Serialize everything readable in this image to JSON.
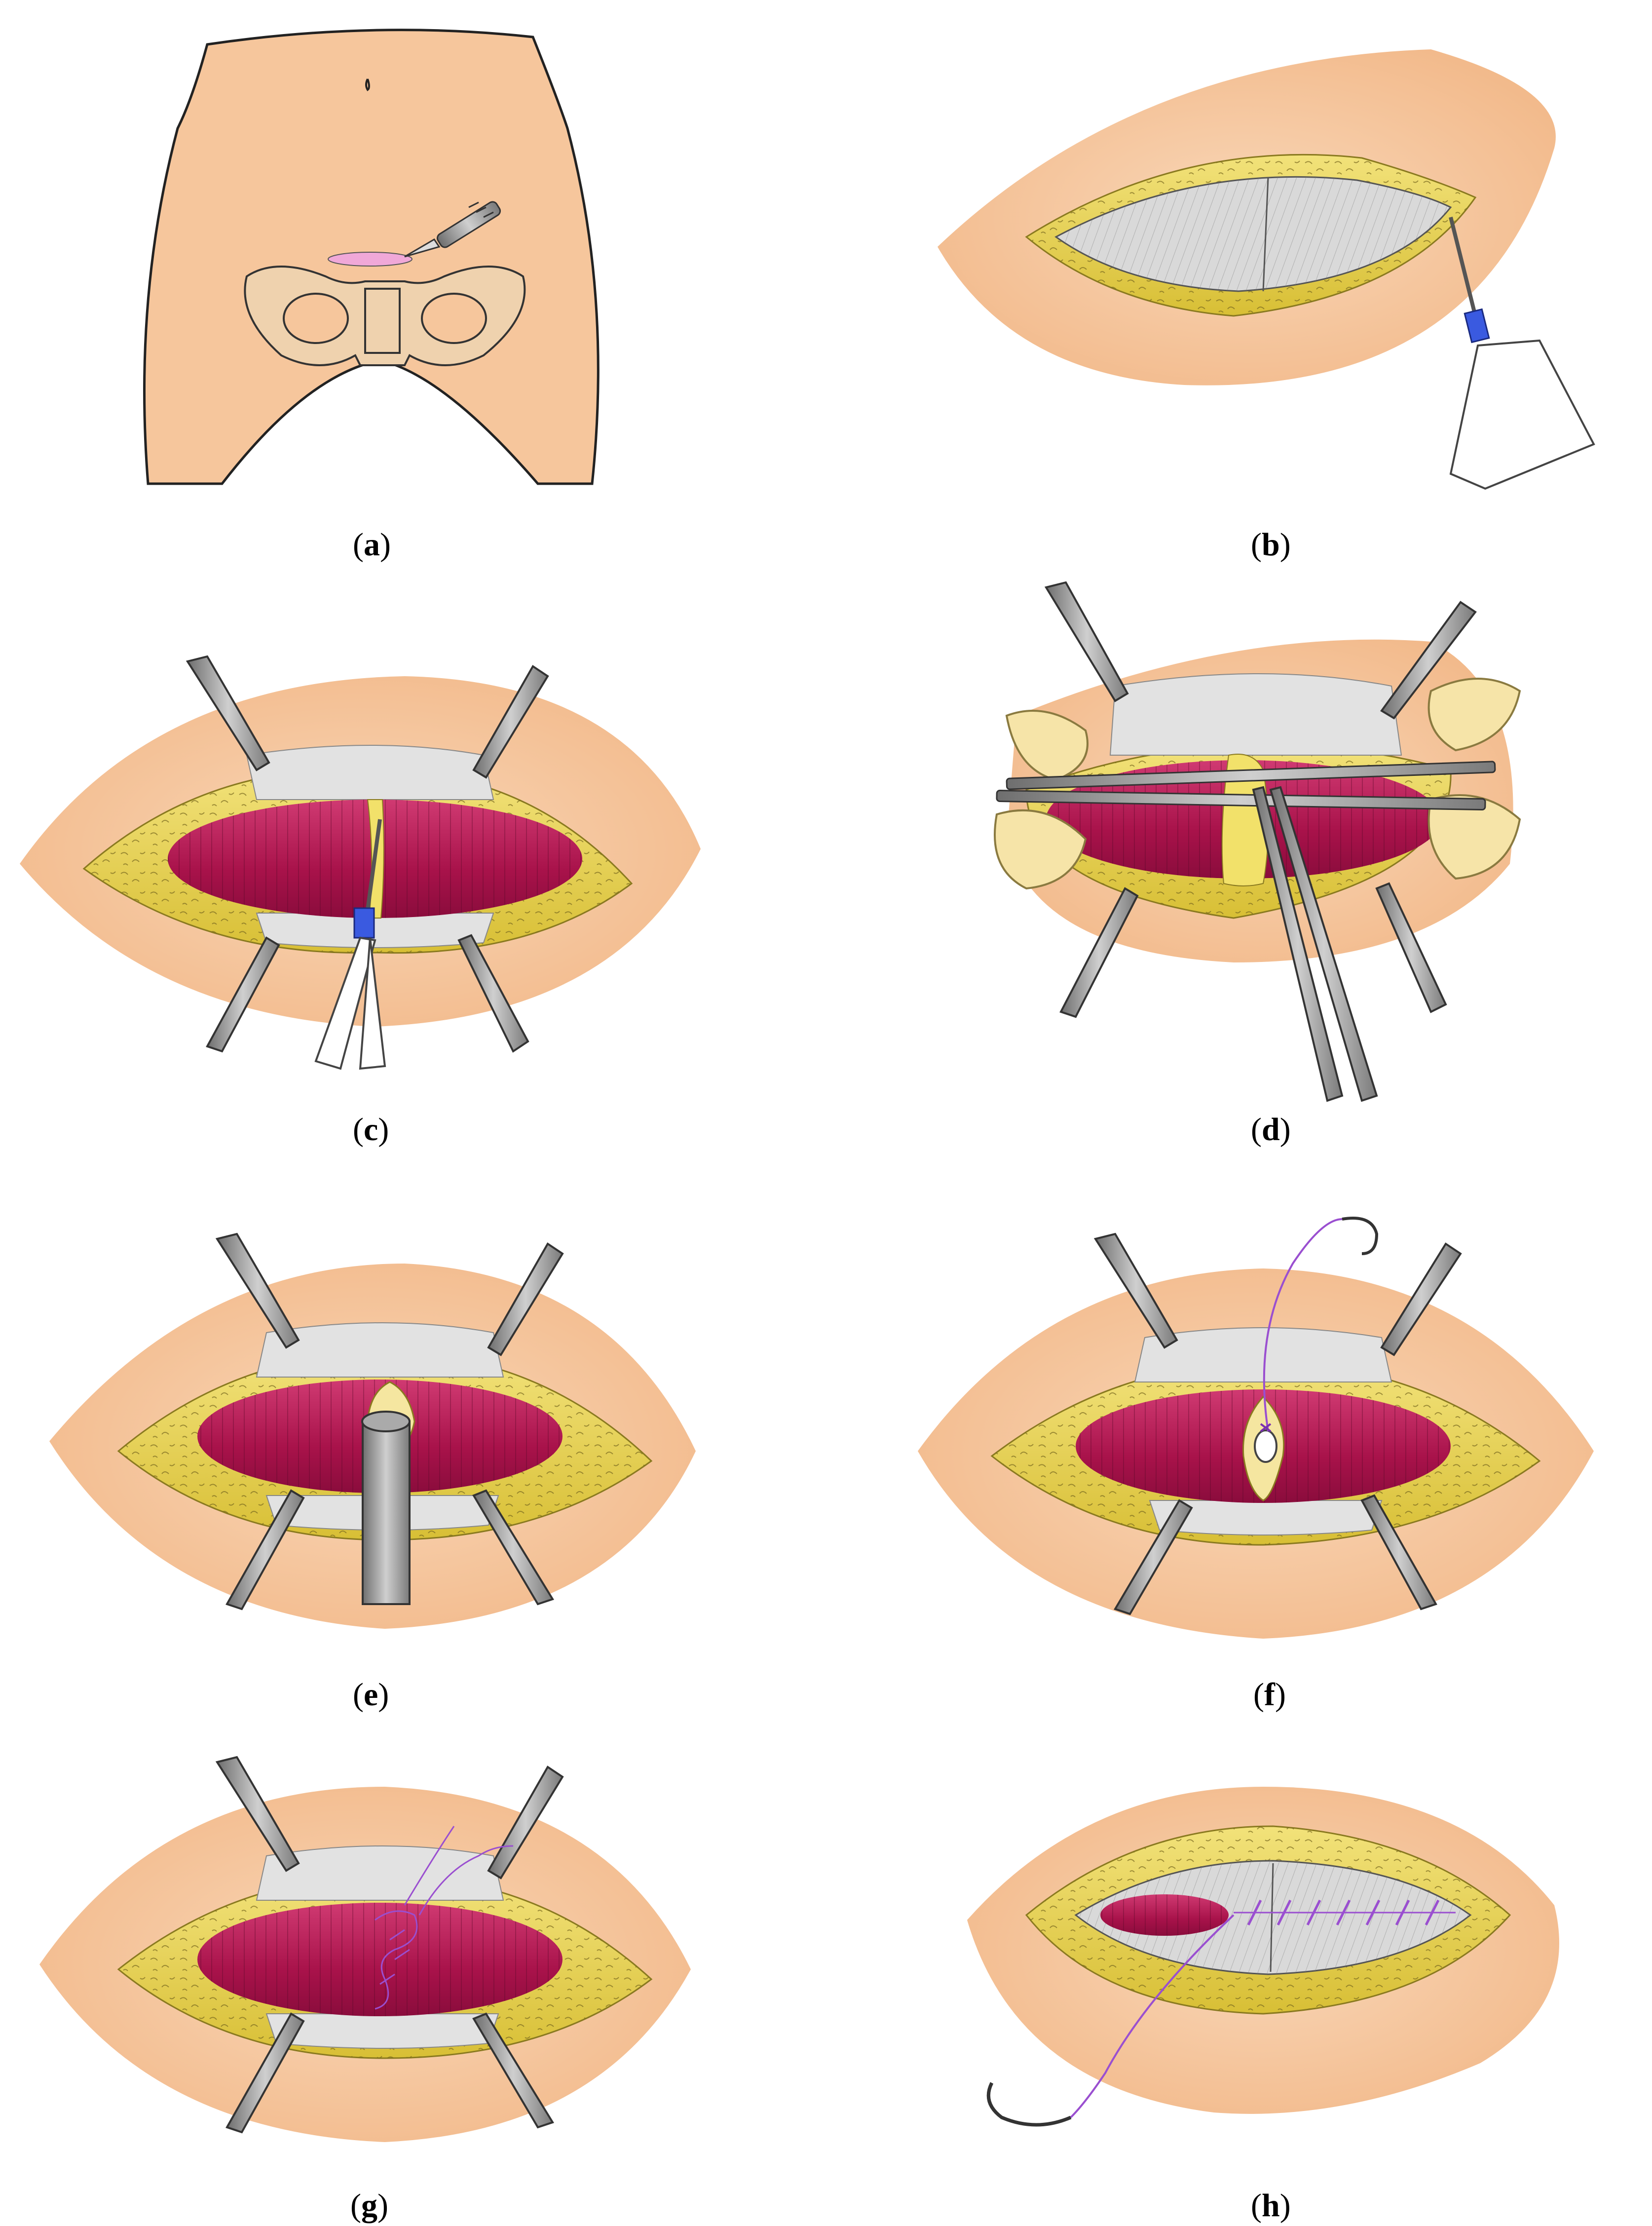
{
  "panels": [
    {
      "id": "a",
      "caption_letter": "a",
      "scene": "body-incision"
    },
    {
      "id": "b",
      "caption_letter": "b",
      "scene": "fat-layer-incision"
    },
    {
      "id": "c",
      "caption_letter": "c",
      "scene": "muscle-exposure"
    },
    {
      "id": "d",
      "caption_letter": "d",
      "scene": "clamp-dissection"
    },
    {
      "id": "e",
      "caption_letter": "e",
      "scene": "tube-insertion"
    },
    {
      "id": "f",
      "caption_letter": "f",
      "scene": "suture-placement"
    },
    {
      "id": "g",
      "caption_letter": "g",
      "scene": "muscle-suture"
    },
    {
      "id": "h",
      "caption_letter": "h",
      "scene": "fascia-closure"
    }
  ],
  "colors": {
    "skin": "#f5c59b",
    "skin_outline": "#2a2a2a",
    "fat": "#e8d44c",
    "fat_dark": "#c9ae2a",
    "fascia": "#d8d8d8",
    "fascia_line": "#7a7a7a",
    "muscle": "#b0154f",
    "muscle_light": "#d3457a",
    "retractor": "#8a8a8a",
    "retractor_light": "#c8c8c8",
    "bone": "#efd2b0",
    "suture": "#9a4fd0",
    "scalpel_blue": "#2a4fd0"
  }
}
